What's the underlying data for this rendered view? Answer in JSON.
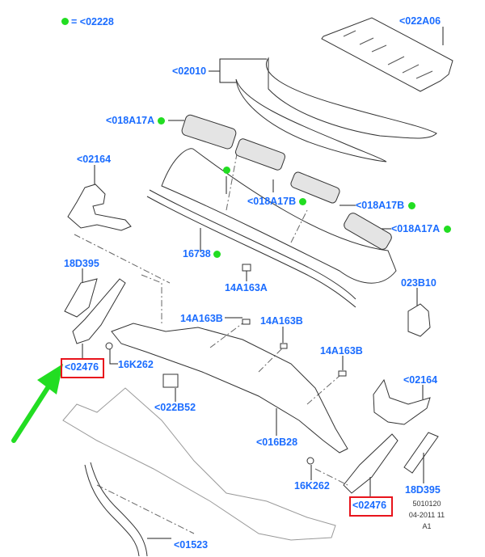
{
  "legend": {
    "marker_color": "#22dd22",
    "text": "= <02228"
  },
  "colors": {
    "label": "#1a6cff",
    "highlight": "#e8141c",
    "arrow": "#22dd22"
  },
  "labels": {
    "cowl_cover": "<022A06",
    "cowl_panel_grille": "<02010",
    "grille_a_left": "<018A17A",
    "bracket_left": "<02164",
    "grille_b_center": "<018A17B",
    "grille_b_right": "<018A17B",
    "grille_a_right": "<018A17A",
    "seal": "16738",
    "duct_left": "18D395",
    "clip_a": "14A163A",
    "cap": "023B10",
    "clip_b1": "14A163B",
    "clip_b2": "14A163B",
    "clip_b3": "14A163B",
    "reinforcement_left": "<02476",
    "pushpin_left": "16K262",
    "bracket_right": "<02164",
    "mount": "<022B52",
    "cowl_top_panel": "<016B28",
    "pushpin_right": "16K262",
    "duct_right": "18D395",
    "reinforcement_right": "<02476",
    "drain_hose": "<01523"
  },
  "footer": {
    "code": "5010120",
    "date": "04-2011 11",
    "rev": "A1"
  }
}
